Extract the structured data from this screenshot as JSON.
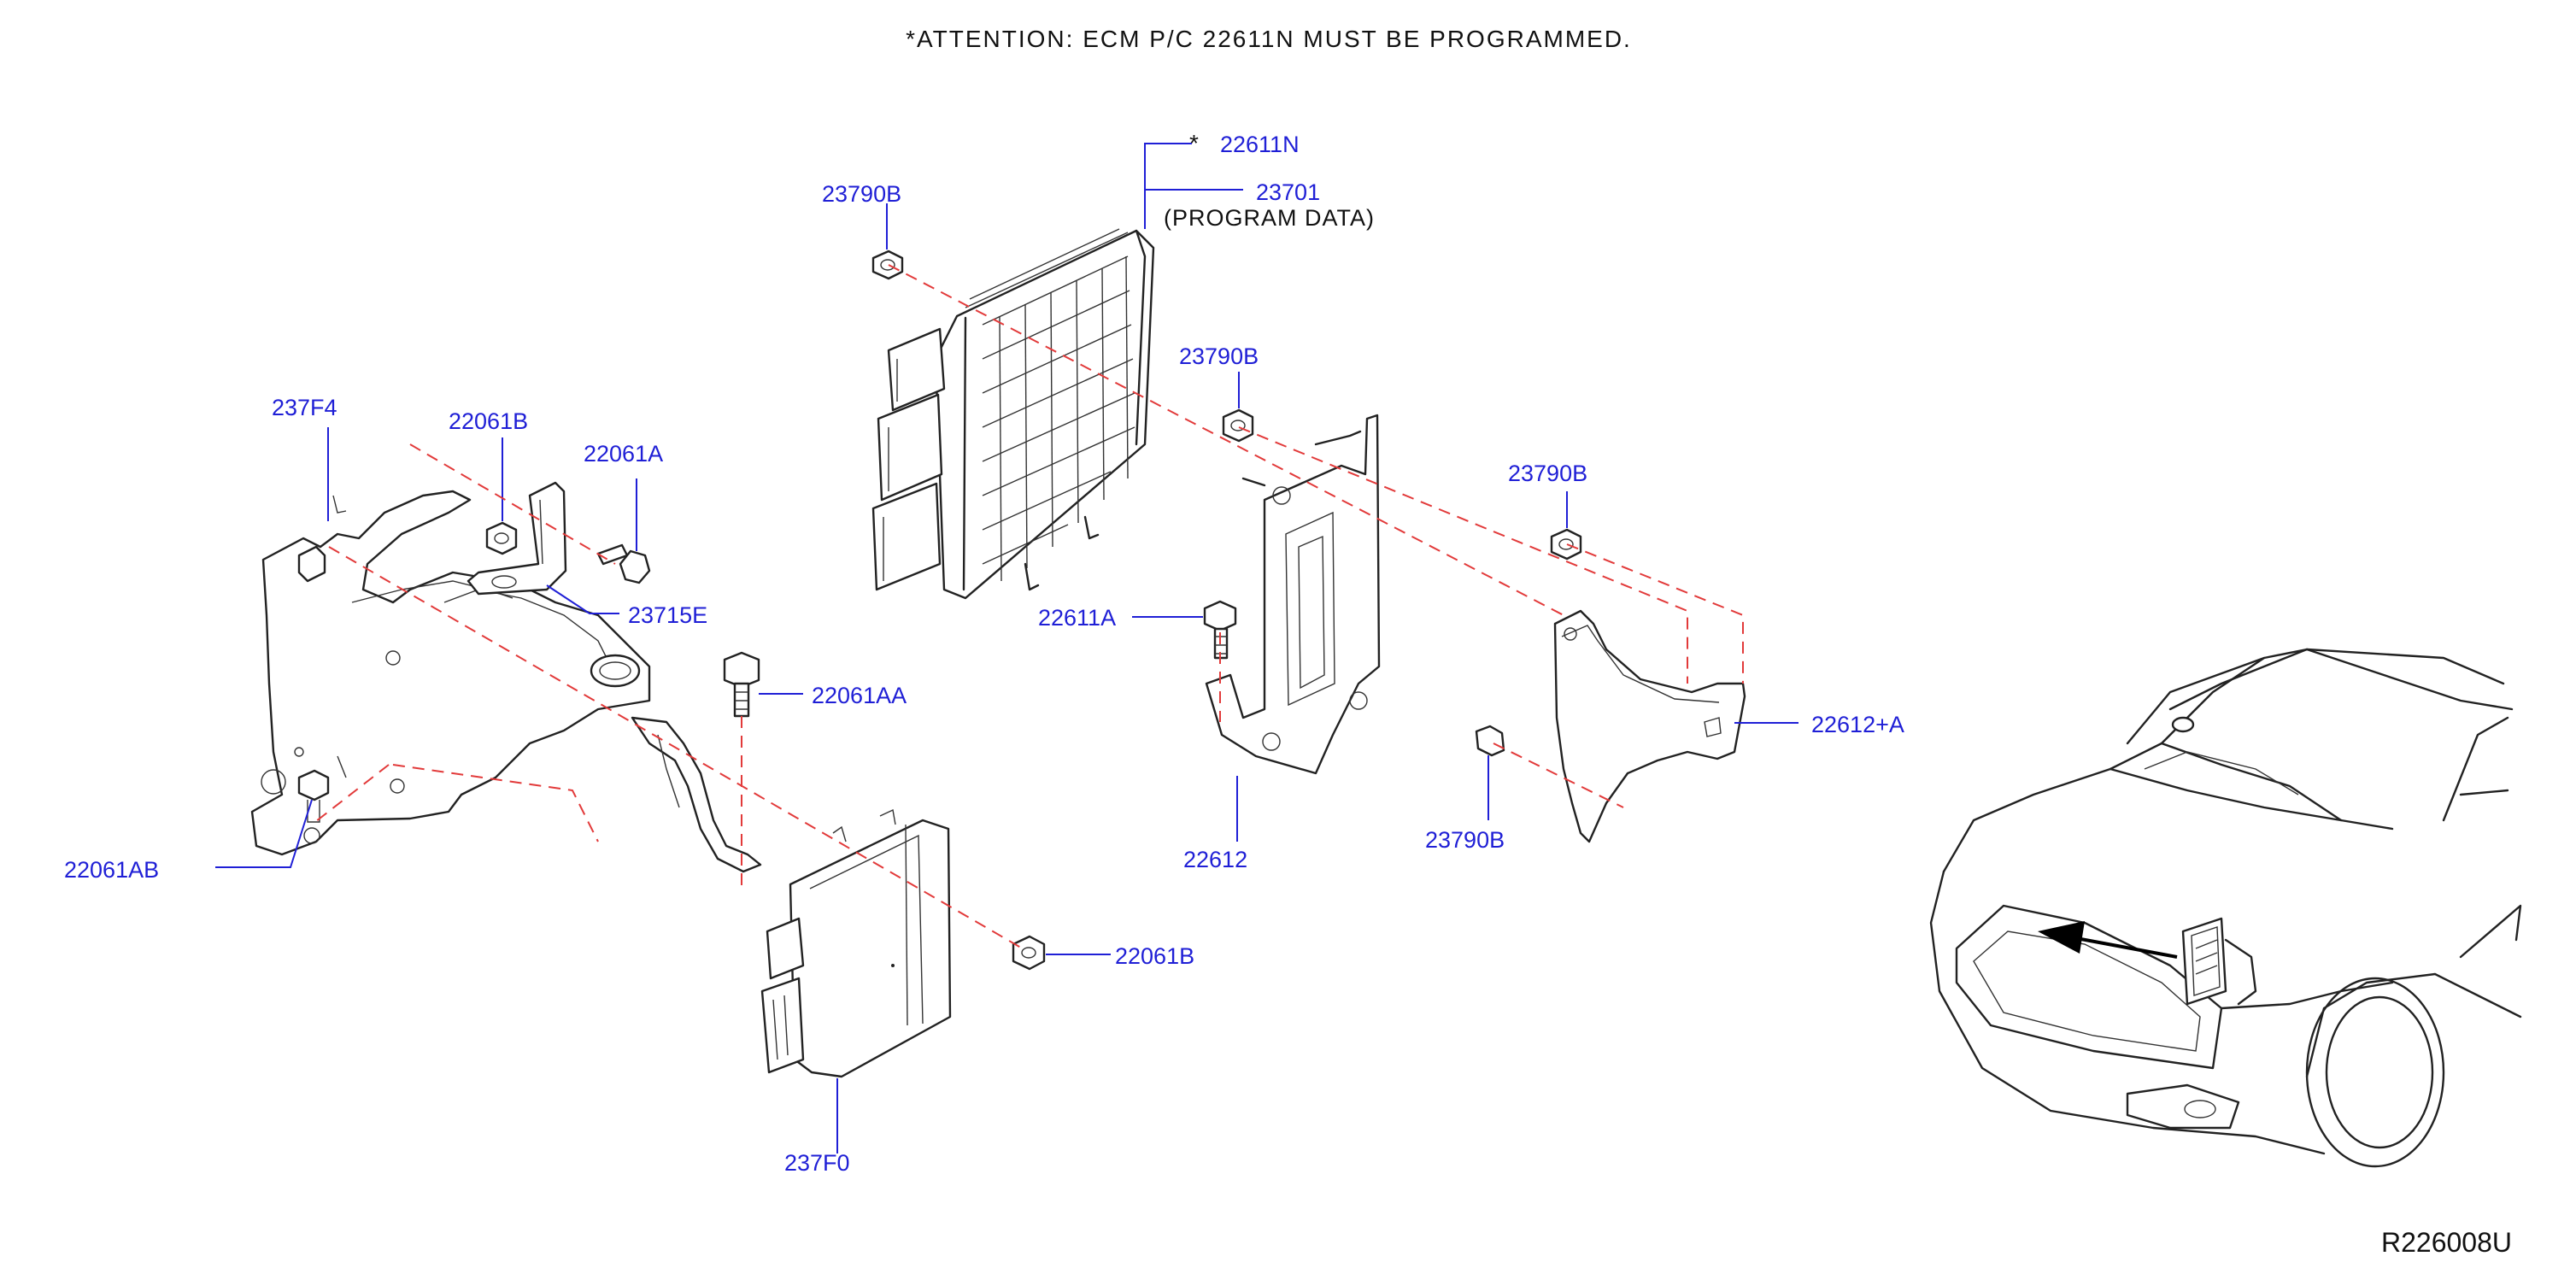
{
  "attention_note": "*ATTENTION:  ECM  P/C  22611N  MUST  BE  PROGRAMMED.",
  "reference_code": "R226008U",
  "colors": {
    "label": "#1f1fd6",
    "dash_line": "#e23a3a",
    "part_line": "#222222"
  },
  "labels": {
    "p22611N": "22611N",
    "p22611N_star": "*",
    "p23701": "23701",
    "program_data": "(PROGRAM   DATA)",
    "p23790B_top": "23790B",
    "p23790B_mid": "23790B",
    "p23790B_right": "23790B",
    "p23790B_bottom": "23790B",
    "p237F4": "237F4",
    "p22061B_top": "22061B",
    "p22061A": "22061A",
    "p23715E": "23715E",
    "p22611A": "22611A",
    "p22061AA": "22061AA",
    "p22061AB": "22061AB",
    "p22612": "22612",
    "p22612A": "22612+A",
    "p22061B_bottom": "22061B",
    "p237F0": "237F0"
  }
}
